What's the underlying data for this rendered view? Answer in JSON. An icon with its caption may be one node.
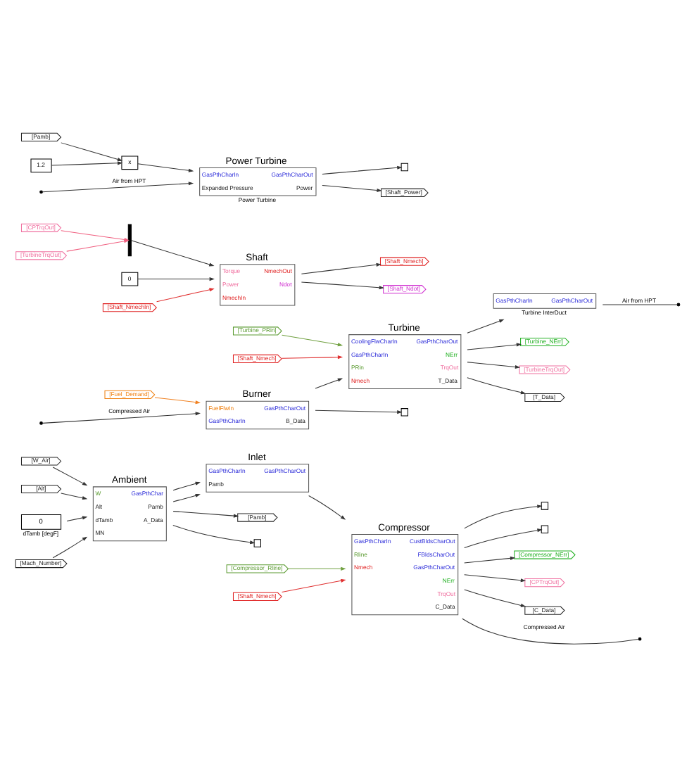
{
  "diagram": {
    "nodes": [
      {
        "text": [
          "[W_Air]"
        ]
      },
      {
        "text": [
          "[Alt]"
        ]
      },
      {
        "text": [
          "0"
        ],
        "beside": [
          "dTamb [degF]"
        ]
      },
      {
        "text": [
          "[Mach_Number]"
        ]
      },
      {
        "text": [
          "Ambient",
          "W",
          "Alt",
          "dTamb",
          "MN",
          "GasPthChar",
          "Pamb",
          "A_Data"
        ]
      },
      {
        "text": [
          "Inlet",
          "GasPthCharIn",
          "Pamb",
          "GasPthCharOut"
        ]
      },
      {
        "text": [
          "[Pamb]"
        ]
      },
      {
        "text": [],
        "shape": "box"
      },
      {
        "text": [
          "Compressor",
          "GasPthCharIn",
          "Rline",
          "Nmech",
          "CustBldsCharOut",
          "FBldsCharOut",
          "GasPthCharOut",
          "NErr",
          "TrqOut",
          "C_Data"
        ]
      },
      {
        "text": [
          "[Compressor_Rline]"
        ]
      },
      {
        "text": [
          "[Shaft_Nmech]"
        ]
      },
      {
        "text": [],
        "shape": "box"
      },
      {
        "text": [],
        "shape": "box"
      },
      {
        "text": [
          "[Compressor_NErr]"
        ]
      },
      {
        "text": [
          "[CPTrqOut]"
        ]
      },
      {
        "text": [
          "[C_Data]"
        ]
      },
      {
        "text": [
          "Burner",
          "FuelFlwIn",
          "GasPthCharIn",
          "GasPthCharOut",
          "B_Data"
        ]
      },
      {
        "text": [
          "[Fuel_Demand]"
        ]
      },
      {
        "text": [],
        "shape": "box"
      },
      {
        "text": [
          "Turbine",
          "CoolingFlwCharIn",
          "GasPthCharIn",
          "PRin",
          "Nmech",
          "GasPthCharOut",
          "NErr",
          "TrqOut",
          "T_Data"
        ]
      },
      {
        "text": [
          "[Turbine_PRin]"
        ]
      },
      {
        "text": [
          "[Shaft_Nmech]"
        ]
      },
      {
        "text": [
          "GasPthCharIn",
          "GasPthCharOut"
        ],
        "beside": [
          "Turbine InterDuct"
        ]
      },
      {
        "text": [
          "[Turbine_NErr]"
        ]
      },
      {
        "text": [
          "[TurbineTrqOut]"
        ]
      },
      {
        "text": [
          "[T_Data]"
        ]
      },
      {
        "text": [
          "[CPTrqOut]"
        ]
      },
      {
        "text": [
          "[TurbineTrqOut]"
        ]
      },
      {
        "text": [],
        "shape": "bar"
      },
      {
        "text": [
          "0"
        ]
      },
      {
        "text": [
          "[Shaft_NmechIn]"
        ]
      },
      {
        "text": [
          "Shaft",
          "Torque",
          "Power",
          "NmechIn",
          "NmechOut",
          "Ndot"
        ]
      },
      {
        "text": [
          "[Shaft_Nmech]"
        ]
      },
      {
        "text": [
          "[Shaft_Ndot]"
        ]
      },
      {
        "text": [
          "Power Turbine",
          "GasPthCharIn",
          "Expanded Pressure",
          "GasPthCharOut",
          "Power"
        ],
        "beside": [
          "Power Turbine"
        ]
      },
      {
        "text": [
          "[Pamb]"
        ]
      },
      {
        "text": [
          "1.2"
        ]
      },
      {
        "text": [
          "x"
        ]
      },
      {
        "text": [],
        "shape": "box"
      },
      {
        "text": [
          "[Shaft_Power]"
        ]
      }
    ],
    "edges": [
      {
        "from": 0,
        "to": 4,
        "arrow": "to"
      },
      {
        "from": 1,
        "to": 4,
        "arrow": "to"
      },
      {
        "from": 2,
        "to": 4,
        "arrow": "to"
      },
      {
        "from": 3,
        "to": 4,
        "arrow": "to"
      },
      {
        "from": 4,
        "to": 5,
        "arrow": "to"
      },
      {
        "from": 4,
        "to": 5,
        "arrow": "to"
      },
      {
        "from": 4,
        "to": 6,
        "arrow": "to"
      },
      {
        "from": 4,
        "to": 7,
        "arrow": "to"
      },
      {
        "from": 5,
        "to": 8,
        "arrow": "to"
      },
      {
        "from": 9,
        "to": 8,
        "arrow": "to",
        "color": "#70a040"
      },
      {
        "from": 10,
        "to": 8,
        "arrow": "to",
        "color": "#e03030"
      },
      {
        "from": 8,
        "to": 11,
        "arrow": "to"
      },
      {
        "from": 8,
        "to": 12,
        "arrow": "to"
      },
      {
        "from": 8,
        "to": null,
        "arrow": "none",
        "label": "Compressed Air"
      },
      {
        "from": 8,
        "to": 13,
        "arrow": "to"
      },
      {
        "from": 8,
        "to": 14,
        "arrow": "to"
      },
      {
        "from": 8,
        "to": 15,
        "arrow": "to"
      },
      {
        "from": 17,
        "to": 16,
        "arrow": "to",
        "color": "#f08020"
      },
      {
        "from": null,
        "to": 16,
        "arrow": "to",
        "label": "Compressed Air"
      },
      {
        "from": 16,
        "to": 18,
        "arrow": "to"
      },
      {
        "from": 16,
        "to": 19,
        "arrow": "to"
      },
      {
        "from": 20,
        "to": 19,
        "arrow": "to",
        "color": "#70a040"
      },
      {
        "from": 21,
        "to": 19,
        "arrow": "to",
        "color": "#e03030"
      },
      {
        "from": 19,
        "to": 22,
        "arrow": "to"
      },
      {
        "from": 22,
        "to": null,
        "arrow": "none",
        "label": "Air from HPT"
      },
      {
        "from": 19,
        "to": 23,
        "arrow": "to"
      },
      {
        "from": 19,
        "to": 24,
        "arrow": "to"
      },
      {
        "from": 19,
        "to": 25,
        "arrow": "to"
      },
      {
        "from": 26,
        "to": 28,
        "arrow": "to",
        "color": "#f06080"
      },
      {
        "from": 27,
        "to": 28,
        "arrow": "to",
        "color": "#f06080"
      },
      {
        "from": 28,
        "to": 31,
        "arrow": "to"
      },
      {
        "from": 29,
        "to": 31,
        "arrow": "to"
      },
      {
        "from": 30,
        "to": 31,
        "arrow": "to",
        "color": "#e03030"
      },
      {
        "from": 31,
        "to": 32,
        "arrow": "to"
      },
      {
        "from": 31,
        "to": 33,
        "arrow": "to"
      },
      {
        "from": null,
        "to": 34,
        "arrow": "to",
        "label": "Air from HPT"
      },
      {
        "from": 35,
        "to": 37,
        "arrow": "to"
      },
      {
        "from": 36,
        "to": 37,
        "arrow": "to"
      },
      {
        "from": 37,
        "to": 34,
        "arrow": "to"
      },
      {
        "from": 34,
        "to": 38,
        "arrow": "to"
      },
      {
        "from": 34,
        "to": 39,
        "arrow": "to"
      }
    ]
  }
}
